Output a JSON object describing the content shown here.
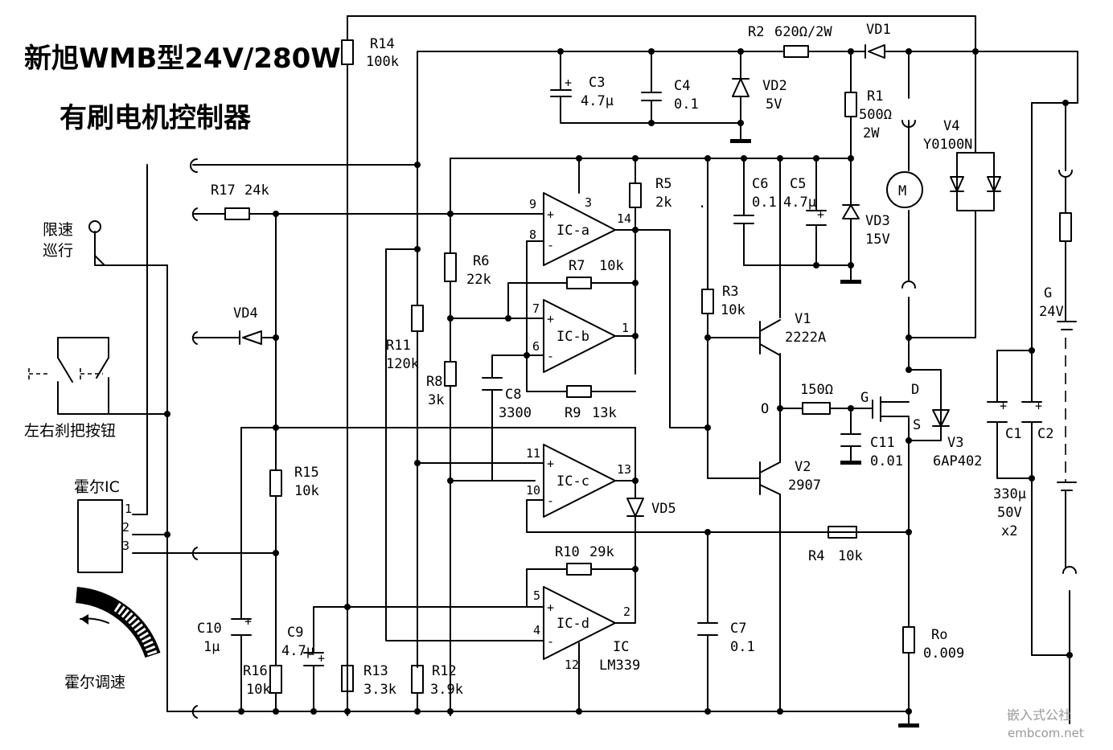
{
  "title": {
    "line1": "新旭WMB型24V/280W",
    "line2": "有刷电机控制器"
  },
  "labels": {
    "hall_ic": "霍尔IC",
    "hall_speed": "霍尔调速",
    "speed_limit_1": "限速",
    "speed_limit_2": "巡行",
    "brake_buttons": "左右刹把按钮",
    "pin1": "1",
    "pin2": "2",
    "pin3": "3",
    "dot": "."
  },
  "components": {
    "R14": {
      "name": "R14",
      "value": "100k"
    },
    "R2": {
      "name": "R2",
      "value": "620Ω/2W"
    },
    "VD1": {
      "name": "VD1"
    },
    "C3": {
      "name": "C3",
      "value": "4.7μ"
    },
    "C4": {
      "name": "C4",
      "value": "0.1"
    },
    "VD2": {
      "name": "VD2",
      "value": "5V"
    },
    "R1": {
      "name": "R1",
      "value": "500Ω",
      "value2": "2W"
    },
    "V4": {
      "name": "V4",
      "value": "Y0100N"
    },
    "R17": {
      "name": "R17",
      "value": "24k"
    },
    "R5": {
      "name": "R5",
      "value": "2k"
    },
    "C6": {
      "name": "C6",
      "value": "0.1"
    },
    "C5": {
      "name": "C5",
      "value": "4.7μ"
    },
    "VD3": {
      "name": "VD3",
      "value": "15V"
    },
    "R6": {
      "name": "R6",
      "value": "22k"
    },
    "R7": {
      "name": "R7",
      "value": "10k"
    },
    "R3": {
      "name": "R3",
      "value": "10k"
    },
    "V1": {
      "name": "V1",
      "value": "2222A"
    },
    "VD4": {
      "name": "VD4"
    },
    "R11": {
      "name": "R11",
      "value": "120k"
    },
    "R8": {
      "name": "R8",
      "value": "3k"
    },
    "C8": {
      "name": "C8",
      "value": "3300"
    },
    "R9": {
      "name": "R9",
      "value": "13k"
    },
    "R150": {
      "value": "150Ω"
    },
    "C11": {
      "name": "C11",
      "value": "0.01"
    },
    "V3": {
      "name": "V3",
      "value": "6AP402"
    },
    "C1": {
      "name": "C1"
    },
    "C2": {
      "name": "C2"
    },
    "Ccap": {
      "value1": "330μ",
      "value2": "50V",
      "value3": "x2"
    },
    "G": {
      "name": "G",
      "value": "24V"
    },
    "R15": {
      "name": "R15",
      "value": "10k"
    },
    "V2": {
      "name": "V2",
      "value": "2907"
    },
    "VD5": {
      "name": "VD5"
    },
    "R4": {
      "name": "R4",
      "value": "10k"
    },
    "R10": {
      "name": "R10",
      "value": "29k"
    },
    "C10": {
      "name": "C10",
      "value": "1μ"
    },
    "C9": {
      "name": "C9",
      "value": "4.7μ"
    },
    "C7": {
      "name": "C7",
      "value": "0.1"
    },
    "IC": {
      "name": "IC",
      "value": "LM339"
    },
    "Ro": {
      "name": "Ro",
      "value": "0.009"
    },
    "R16": {
      "name": "R16",
      "value": "10k"
    },
    "R13": {
      "name": "R13",
      "value": "3.3k"
    },
    "R12": {
      "name": "R12",
      "value": "3.9k"
    },
    "M": {
      "name": "M"
    }
  },
  "ics": {
    "a": {
      "name": "IC-a",
      "pin_p": "9",
      "pin_m": "8",
      "pin_out": "14",
      "pin_v": "3"
    },
    "b": {
      "name": "IC-b",
      "pin_p": "7",
      "pin_m": "6",
      "pin_out": "1"
    },
    "c": {
      "name": "IC-c",
      "pin_p": "11",
      "pin_m": "10",
      "pin_out": "13"
    },
    "d": {
      "name": "IC-d",
      "pin_p": "5",
      "pin_m": "4",
      "pin_out": "2",
      "pin_g": "12"
    }
  },
  "mosfet": {
    "g": "G",
    "d": "D",
    "s": "S",
    "o": "O"
  },
  "signs": {
    "plus": "+",
    "minus": "-"
  },
  "watermark": {
    "line1": "嵌入式公社",
    "line2": "embcom.net"
  }
}
